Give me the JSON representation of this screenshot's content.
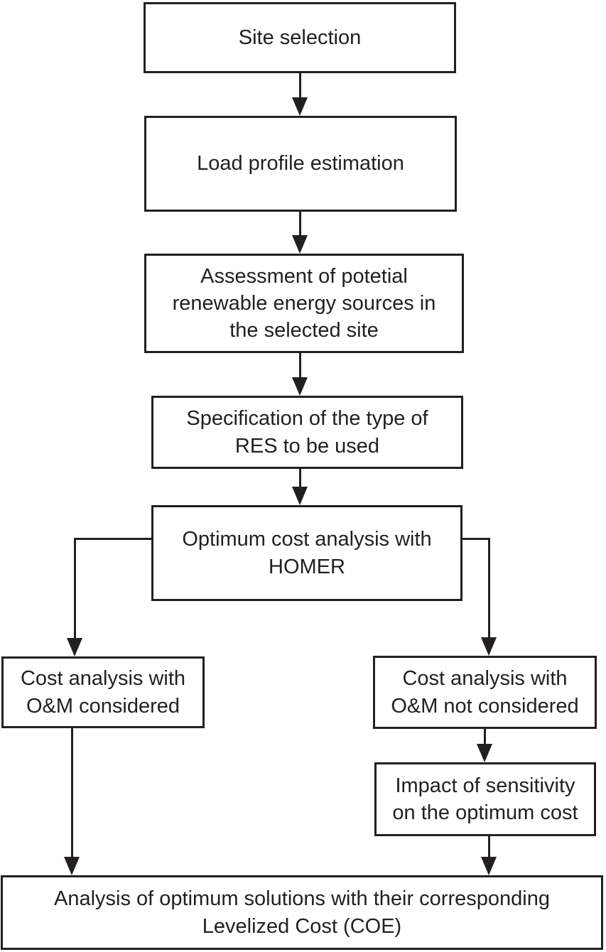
{
  "diagram": {
    "type": "flowchart",
    "colors": {
      "stroke": "#231f20",
      "background": "#ffffff",
      "text": "#231f20"
    },
    "nodes": [
      {
        "id": "site-selection",
        "label": "Site selection"
      },
      {
        "id": "load-profile",
        "label": "Load profile estimation"
      },
      {
        "id": "assessment",
        "label": "Assessment of potetial\nrenewable energy sources in\nthe selected site"
      },
      {
        "id": "specification",
        "label": "Specification of the type of\nRES to be used"
      },
      {
        "id": "homer-analysis",
        "label": "Optimum cost analysis with\nHOMER"
      },
      {
        "id": "om-considered",
        "label": "Cost analysis with\nO&M considered"
      },
      {
        "id": "om-not-considered",
        "label": "Cost analysis with\nO&M not considered"
      },
      {
        "id": "sensitivity-impact",
        "label": "Impact of sensitivity\non the optimum cost"
      },
      {
        "id": "final-analysis",
        "label": "Analysis of optimum solutions with their corresponding\nLevelized Cost (COE)"
      }
    ],
    "edges": [
      {
        "from": "site-selection",
        "to": "load-profile"
      },
      {
        "from": "load-profile",
        "to": "assessment"
      },
      {
        "from": "assessment",
        "to": "specification"
      },
      {
        "from": "specification",
        "to": "homer-analysis"
      },
      {
        "from": "homer-analysis",
        "to": "om-considered"
      },
      {
        "from": "homer-analysis",
        "to": "om-not-considered"
      },
      {
        "from": "om-considered",
        "to": "final-analysis"
      },
      {
        "from": "om-not-considered",
        "to": "sensitivity-impact"
      },
      {
        "from": "sensitivity-impact",
        "to": "final-analysis"
      }
    ]
  }
}
